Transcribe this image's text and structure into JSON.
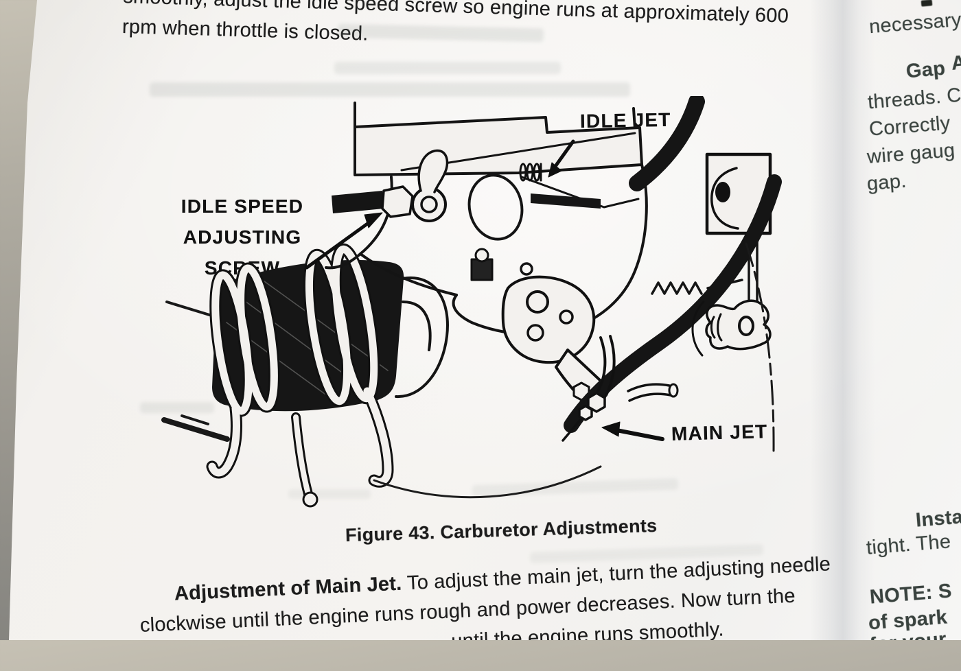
{
  "document_type": "service manual page photo",
  "colors": {
    "paper": "#f3f1ee",
    "backdrop_top": "#c6c1b4",
    "backdrop_bottom": "#7f7e7a",
    "ink": "#1c1c1c",
    "right_page_ink": "#39423e",
    "gutter_shadow": "#545e70"
  },
  "page_left": {
    "top_paragraph": {
      "line1": "smoothly, adjust the idle speed screw so engine runs at approximately 600",
      "line2": "rpm when throttle is closed."
    },
    "figure": {
      "caption": "Figure 43. Carburetor Adjustments",
      "labels": {
        "idle_jet": "IDLE JET",
        "idle_speed": [
          "IDLE SPEED",
          "ADJUSTING",
          "SCREW"
        ],
        "main_jet": "MAIN JET"
      }
    },
    "bottom_paragraph": {
      "lead_bold": "Adjustment of Main Jet.",
      "line1_rest": " To adjust the main jet, turn the adjusting needle",
      "line2": "clockwise until the engine runs rough and power decreases. Now turn the",
      "line3_visible": "until the engine runs smoothly."
    }
  },
  "page_right": {
    "lines": [
      {
        "text": "necessary"
      },
      {
        "text": "Gap"
      },
      {
        "text": "A"
      },
      {
        "text": "threads. C"
      },
      {
        "text": "Correctly"
      },
      {
        "text": "wire gaug"
      },
      {
        "text": "gap."
      },
      {
        "text": "Insta"
      },
      {
        "text": "tight. The"
      },
      {
        "text": "NOTE: S"
      },
      {
        "text": "of spark"
      },
      {
        "text": "for your"
      }
    ]
  }
}
